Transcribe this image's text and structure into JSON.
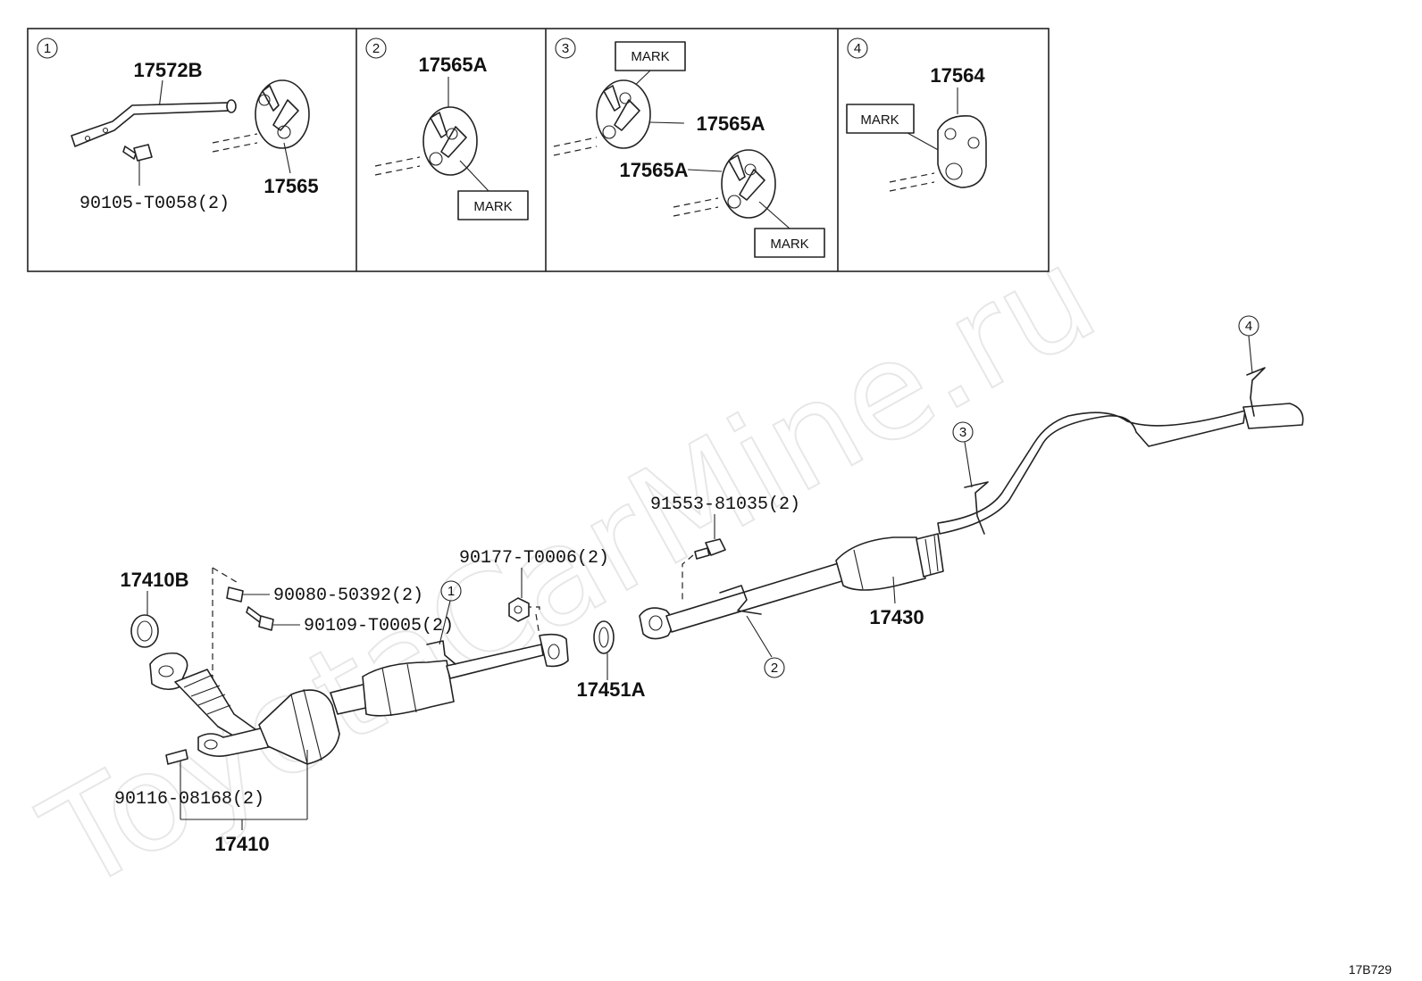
{
  "watermark": "ToyotaCarMine.ru",
  "diagram_code": "17B729",
  "mark_label": "MARK",
  "panels": [
    {
      "num": "1",
      "parts": [
        "17572B",
        "17565",
        "90105-T0058(2)"
      ]
    },
    {
      "num": "2",
      "parts": [
        "17565A"
      ]
    },
    {
      "num": "3",
      "parts": [
        "17565A",
        "17565A"
      ]
    },
    {
      "num": "4",
      "parts": [
        "17564"
      ]
    }
  ],
  "callouts": {
    "c1": "1",
    "c2": "2",
    "c3": "3",
    "c4": "4"
  },
  "parts": {
    "p17410B": "17410B",
    "p90080": "90080-50392(2)",
    "p90109": "90109-T0005(2)",
    "p90177": "90177-T0006(2)",
    "p17451A": "17451A",
    "p91553": "91553-81035(2)",
    "p17430": "17430",
    "p90116": "90116-08168(2)",
    "p17410": "17410"
  }
}
